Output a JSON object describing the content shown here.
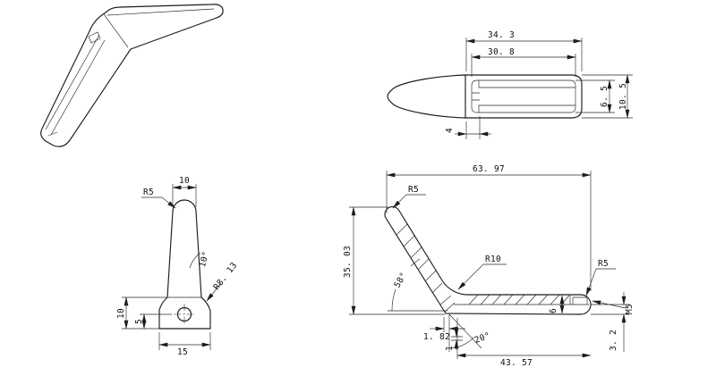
{
  "views": {
    "top_view": {
      "dim_width_outer": "34. 3",
      "dim_width_inner": "30. 8",
      "dim_slot_height": "6. 5",
      "dim_total_height": "10. 5",
      "dim_tab_width": "4"
    },
    "front_view": {
      "dim_top_width": "10",
      "dim_tip_radius": "R5",
      "dim_draft_angle": "10°",
      "dim_boss_radius": "R8. 13",
      "dim_base_height": "10",
      "dim_hole_center_height": "5",
      "dim_base_width": "15"
    },
    "side_view": {
      "dim_total_length": "63. 97",
      "dim_tip_radius": "R5",
      "dim_total_height": "35. 03",
      "dim_arm_angle": "58°",
      "dim_bend_radius": "R10",
      "dim_end_radius": "R5",
      "dim_offset_a": "1. 82",
      "dim_offset_b": "1",
      "dim_base_angle": "20°",
      "dim_base_length": "43. 57",
      "dim_lip_thickness": "3. 2",
      "dim_arm_height": "6",
      "dim_thread": "M5"
    }
  }
}
